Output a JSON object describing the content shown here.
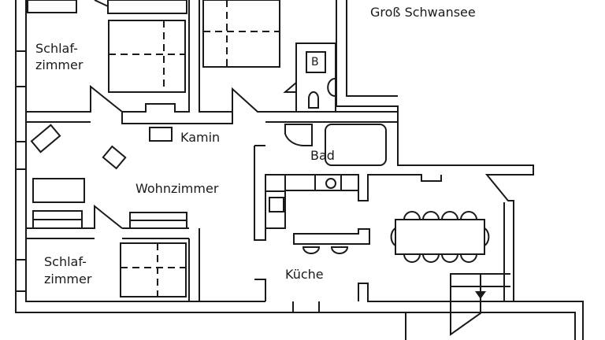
{
  "labels": {
    "lake": "Groß Schwansee",
    "bedroom_top_line1": "Schlaf-",
    "bedroom_top_line2": "zimmer",
    "fireplace": "Kamin",
    "bathroom": "Bad",
    "living_room": "Wohnzimmer",
    "kitchen": "Küche",
    "bedroom_bottom_line1": "Schlaf-",
    "bedroom_bottom_line2": "zimmer",
    "storage_box": "B"
  }
}
